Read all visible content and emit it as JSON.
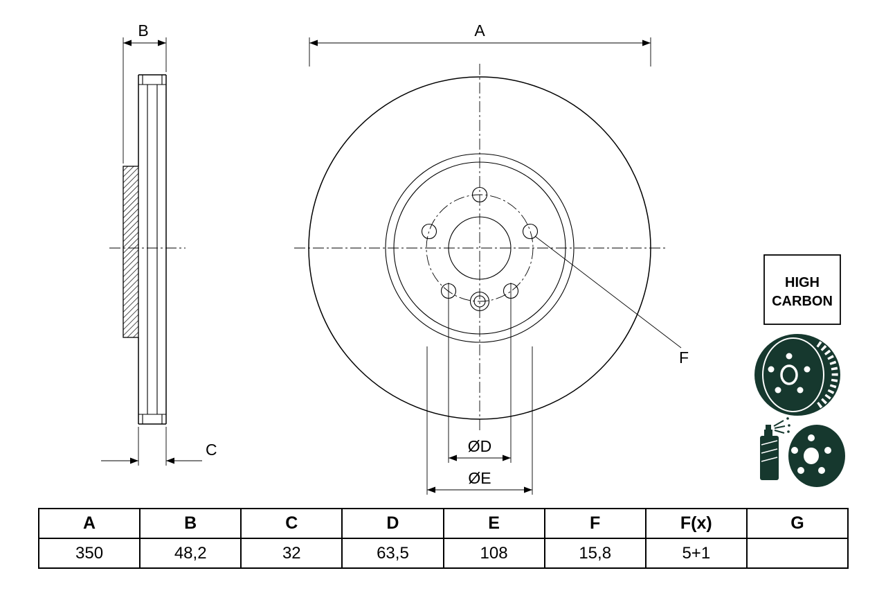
{
  "labels": {
    "a": "A",
    "b": "B",
    "c": "C",
    "diameter_d": "ØD",
    "diameter_e": "ØE",
    "f": "F"
  },
  "badge": {
    "line1": "HIGH",
    "line2": "CARBON"
  },
  "icons": {
    "disc": "brake-disc-icon",
    "coating": "spray-coating-icon"
  },
  "table": {
    "headers": [
      "A",
      "B",
      "C",
      "D",
      "E",
      "F",
      "F(x)",
      "G"
    ],
    "values": [
      "350",
      "48,2",
      "32",
      "63,5",
      "108",
      "15,8",
      "5+1",
      ""
    ]
  },
  "colors": {
    "line": "#000000",
    "icon": "#16382e",
    "background": "#ffffff"
  }
}
